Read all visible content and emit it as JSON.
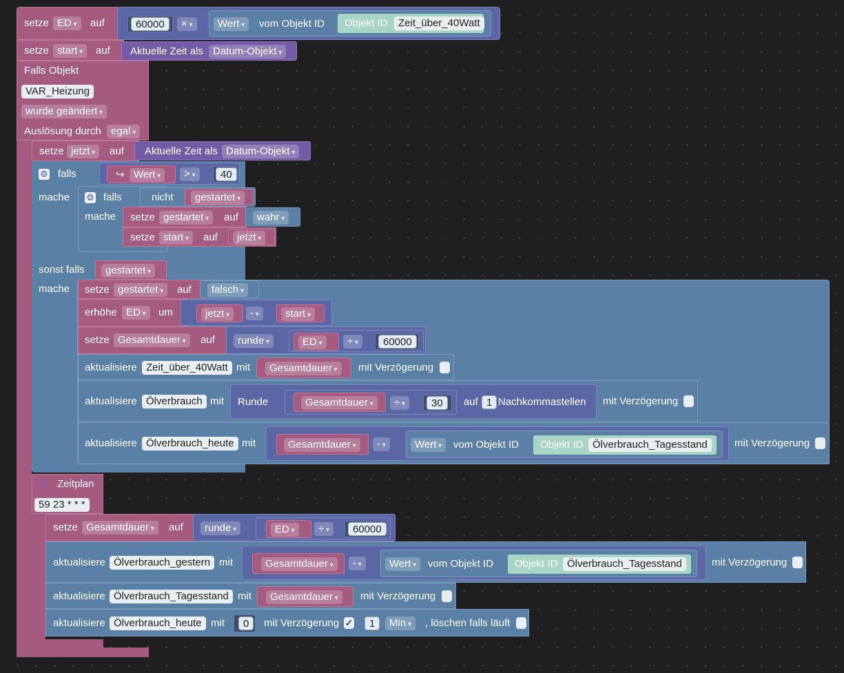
{
  "labels": {
    "setze": "setze",
    "auf": "auf",
    "falls_objekt": "Falls Objekt",
    "wurde_geaendert": "wurde geändert",
    "ausloesung": "Auslösung durch",
    "egal": "egal",
    "aktuelle_zeit": "Aktuelle Zeit als",
    "datum_objekt": "Datum-Objekt",
    "falls": "falls",
    "mache": "mache",
    "nicht": "nicht",
    "sonst_falls": "sonst falls",
    "erhoehe": "erhöhe",
    "um": "um",
    "runde": "runde",
    "aktualisiere": "aktualisiere",
    "mit": "mit",
    "mit_verzoegerung": "mit Verzögerung",
    "Runde": "Runde",
    "auf_nk": "auf",
    "nachkomma": "Nachkommastellen",
    "wert": "Wert",
    "vom_objekt_id": "vom Objekt ID",
    "objekt_id": "Objekt ID",
    "zeitplan": "Zeitplan",
    "min": "Min",
    "loeschen": ", löschen falls läuft",
    "wahr": "wahr",
    "falsch": "falsch"
  },
  "vars": {
    "ED": "ED",
    "start": "start",
    "jetzt": "jetzt",
    "gestartet": "gestartet",
    "Gesamtdauer": "Gesamtdauer"
  },
  "objects": {
    "var_heizung": "VAR_Heizung",
    "zeit40": "Zeit_über_40Watt",
    "oelverbrauch": "Ölverbrauch",
    "oel_heute": "Ölverbrauch_heute",
    "oel_tagesstand": "Ölverbrauch_Tagesstand",
    "oel_gestern": "Ölverbrauch_gestern"
  },
  "numbers": {
    "n60000": "60000",
    "n40": "40",
    "n30": "30",
    "n1": "1",
    "n0": "0"
  },
  "ops": {
    "times": "×",
    "gt": ">",
    "minus": "-",
    "div": "÷"
  },
  "cron": "59 23 * * *",
  "checks": {
    "checked": "✓"
  },
  "icons": {
    "gear": "gear-icon",
    "warn": "warning-icon",
    "arrow": "return-arrow-icon"
  },
  "colors": {
    "variable": "#a55b80",
    "value": "#5b80a5",
    "math": "#5b67a5",
    "time": "#745ba5",
    "background": "#1f1f1f"
  }
}
